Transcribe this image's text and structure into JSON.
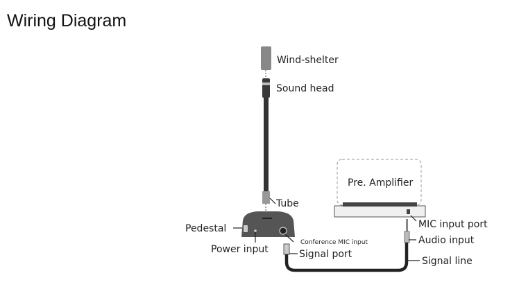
{
  "diagram": {
    "title": "Wiring Diagram",
    "labels": {
      "wind_shelter": "Wind-shelter",
      "sound_head": "Sound head",
      "tube": "Tube",
      "pedestal": "Pedestal",
      "power_input": "Power input",
      "conference_mic_input": "Conference MIC input",
      "signal_port": "Signal port",
      "pre_amplifier": "Pre. Amplifier",
      "mic_input_port": "MIC input port",
      "audio_input": "Audio input",
      "signal_line": "Signal line"
    }
  }
}
